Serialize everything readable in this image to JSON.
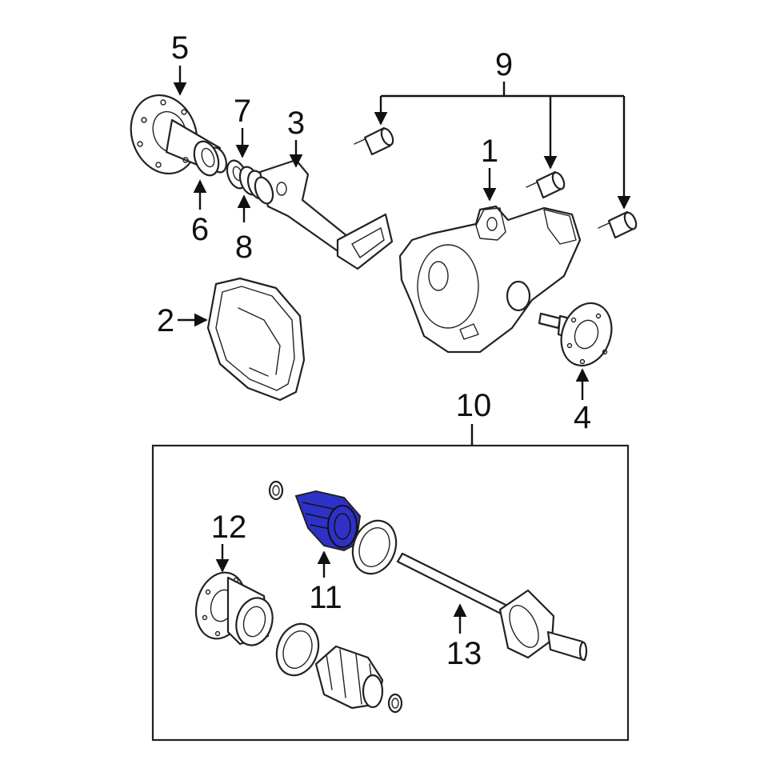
{
  "callouts": {
    "c1": "1",
    "c2": "2",
    "c3": "3",
    "c4": "4",
    "c5": "5",
    "c6": "6",
    "c7": "7",
    "c8": "8",
    "c9": "9",
    "c10": "10",
    "c11": "11",
    "c12": "12",
    "c13": "13"
  },
  "highlighted_part": "11",
  "colors": {
    "highlight": "#2e31c8",
    "line": "#222222",
    "background": "#ffffff"
  }
}
